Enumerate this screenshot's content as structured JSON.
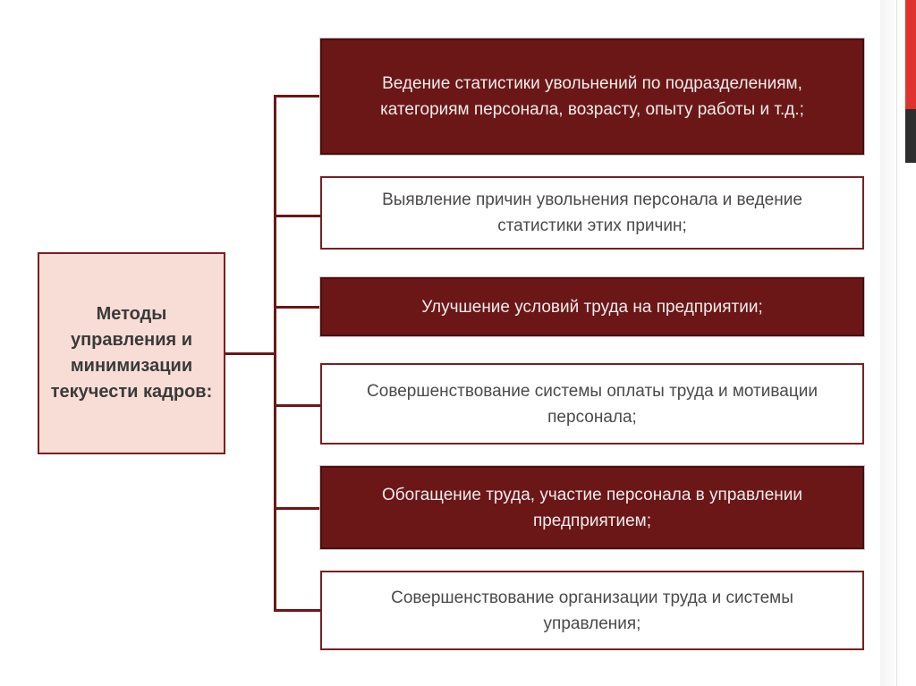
{
  "diagram": {
    "root": {
      "label": "Методы управления и минимизации текучести кадров:"
    },
    "methods": [
      {
        "text": "Ведение статистики увольнений по подразделениям, категориям персонала, возрасту, опыту работы и т.д.;",
        "style": "dark"
      },
      {
        "text": "Выявление причин увольнения персонала и ведение статистики этих причин;",
        "style": "light"
      },
      {
        "text": "Улучшение условий труда на предприятии;",
        "style": "dark"
      },
      {
        "text": "Совершенствование системы оплаты труда и мотивации персонала;",
        "style": "light"
      },
      {
        "text": "Обогащение труда, участие персонала в управлении предприятием;",
        "style": "dark"
      },
      {
        "text": "Совершенствование организации труда и системы управления;",
        "style": "light"
      }
    ]
  },
  "colors": {
    "dark_box_fill": "#6b1718",
    "dark_box_text": "#f2ecec",
    "light_box_fill": "#ffffff",
    "light_box_border": "#7a1f21",
    "light_box_text": "#4a4a4a",
    "root_fill": "#f7ddd6",
    "root_text": "#3a3a3a",
    "connector": "#6b1718",
    "edge_accent_red": "#e0332f",
    "edge_accent_dark": "#2e2e2e"
  }
}
